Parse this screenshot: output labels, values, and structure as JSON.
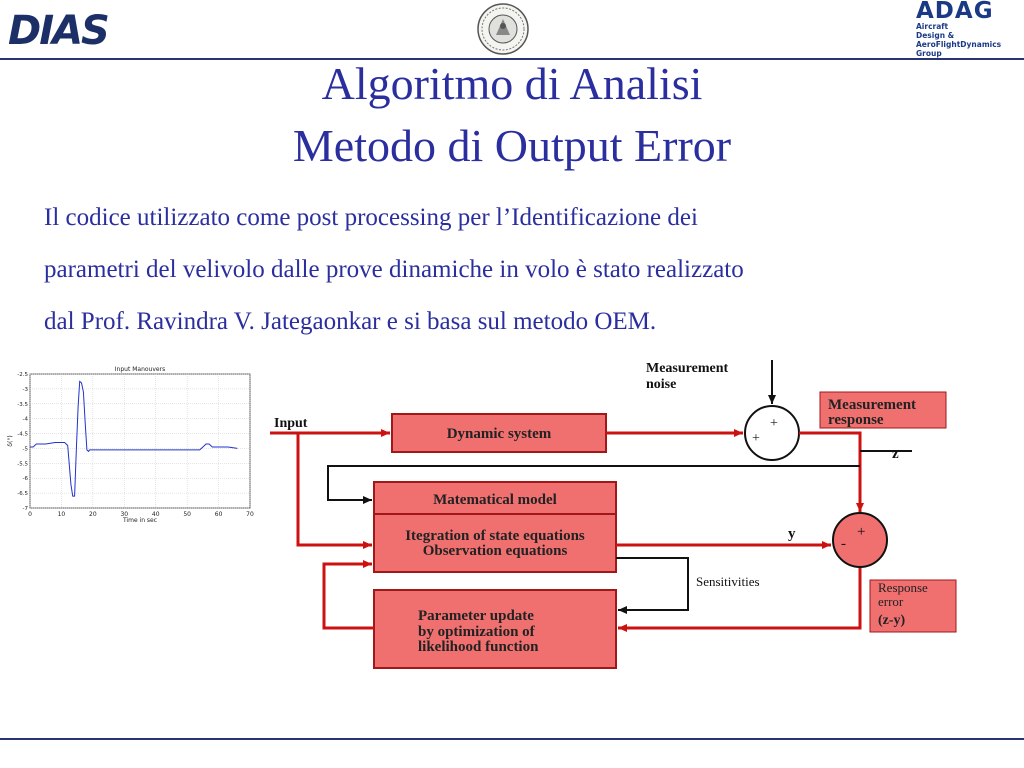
{
  "header": {
    "left_logo_text": "DIAS",
    "right_logo": {
      "title": "ADAG",
      "lines": [
        "Aircraft",
        "Design &",
        "AeroFlightDynamics",
        "Group"
      ]
    },
    "center_seal": "university-seal"
  },
  "title": {
    "line1": "Algoritmo di Analisi",
    "line2": "Metodo di Output Error"
  },
  "body": {
    "line1": "Il codice utilizzato come post processing per l’Identificazione dei",
    "line2": "parametri del velivolo dalle prove dinamiche in volo è stato realizzato",
    "line3": "dal Prof. Ravindra V. Jategaonkar e si basa sul metodo OEM."
  },
  "chart_data": {
    "type": "line",
    "title": "Input Manouvers",
    "xlabel": "Time in sec",
    "ylabel": "δ(°)",
    "xlim": [
      0,
      70
    ],
    "ylim": [
      -7,
      -2.5
    ],
    "xticks": [
      "0",
      "10",
      "20",
      "30",
      "40",
      "50",
      "60",
      "70"
    ],
    "yticks": [
      "-2.5",
      "-3",
      "-3.5",
      "-4",
      "-4.5",
      "-5",
      "-5.5",
      "-6",
      "-6.5",
      "-7"
    ],
    "grid": true,
    "series": [
      {
        "color": "#2233cc",
        "x": [
          0,
          1,
          2,
          3,
          5,
          8,
          11,
          12,
          13,
          13.6,
          14.2,
          14.8,
          15.3,
          15.8,
          16.4,
          17,
          17.6,
          18.1,
          18.6,
          19,
          25,
          35,
          45,
          54,
          55,
          56,
          57,
          58,
          60,
          63,
          66
        ],
        "y": [
          -4.95,
          -4.95,
          -4.85,
          -4.85,
          -4.85,
          -4.8,
          -4.8,
          -4.9,
          -6.2,
          -6.6,
          -6.6,
          -4.9,
          -3.6,
          -2.75,
          -2.8,
          -3.1,
          -4.2,
          -5.05,
          -5.1,
          -5.05,
          -5.05,
          -5.05,
          -5.05,
          -5.05,
          -4.95,
          -4.85,
          -4.85,
          -4.95,
          -4.95,
          -4.95,
          -5.0
        ]
      }
    ]
  },
  "diagram": {
    "nodes": {
      "dynamic_system": "Dynamic system",
      "mathematical_model": "Matematical model",
      "integration_line1": "Itegration of state equations",
      "integration_line2": "Observation equations",
      "parameter_update_line1": "Parameter update",
      "parameter_update_line2": "by optimization of",
      "parameter_update_line3": "likelihood function",
      "measurement_response_line1": "Measurement",
      "measurement_response_line2": "response",
      "response_error_line1": "Response",
      "response_error_line2": "error",
      "response_error_line3": "(z-y)"
    },
    "labels": {
      "input": "Input",
      "measurement_noise_line1": "Measurement",
      "measurement_noise_line2": "noise",
      "z": "z",
      "y": "y",
      "sensitivities": "Sensitivities",
      "plus": "+",
      "minus": "-"
    },
    "colors": {
      "box_fill": "#f07070",
      "box_stroke": "#a01818",
      "arrow_red": "#cc1111",
      "arrow_black": "#111111"
    }
  }
}
